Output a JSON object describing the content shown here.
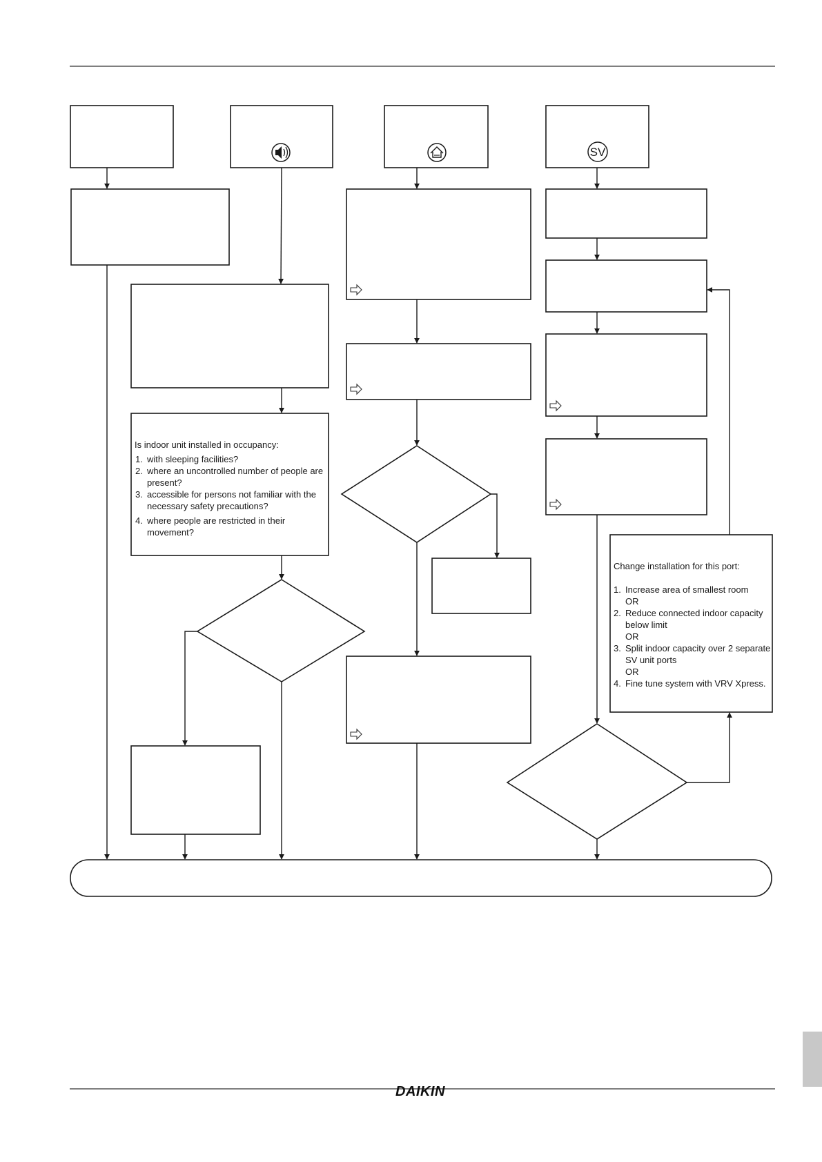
{
  "occupancy_box": {
    "question": "Is indoor unit installed in occupancy:",
    "items": [
      {
        "num": "1.",
        "lines": [
          "with sleeping facilities?"
        ]
      },
      {
        "num": "2.",
        "lines": [
          "where an uncontrolled number of people are",
          "present?"
        ]
      },
      {
        "num": "3.",
        "lines": [
          "accessible for persons not familiar with the",
          "necessary safety precautions?"
        ]
      },
      {
        "num": "4.",
        "lines": [
          "where  people are restricted in their",
          "movement?"
        ]
      }
    ]
  },
  "change_box": {
    "title": "Change installation for this port:",
    "items": [
      {
        "num": "1.",
        "lines": [
          "Increase area of smallest room"
        ],
        "sep": "OR"
      },
      {
        "num": "2.",
        "lines": [
          "Reduce connected indoor capacity",
          "below limit"
        ],
        "sep": "OR"
      },
      {
        "num": "3.",
        "lines": [
          "Split indoor capacity over 2 separate",
          "SV unit ports"
        ],
        "sep": "OR"
      },
      {
        "num": "4.",
        "lines": [
          "Fine tune system with VRV Xpress."
        ],
        "sep": ""
      }
    ]
  },
  "icons": {
    "speaker": "speaker-icon",
    "house": "house-icon",
    "sv": "SV"
  },
  "footer": {
    "brand": "DAIKIN"
  }
}
